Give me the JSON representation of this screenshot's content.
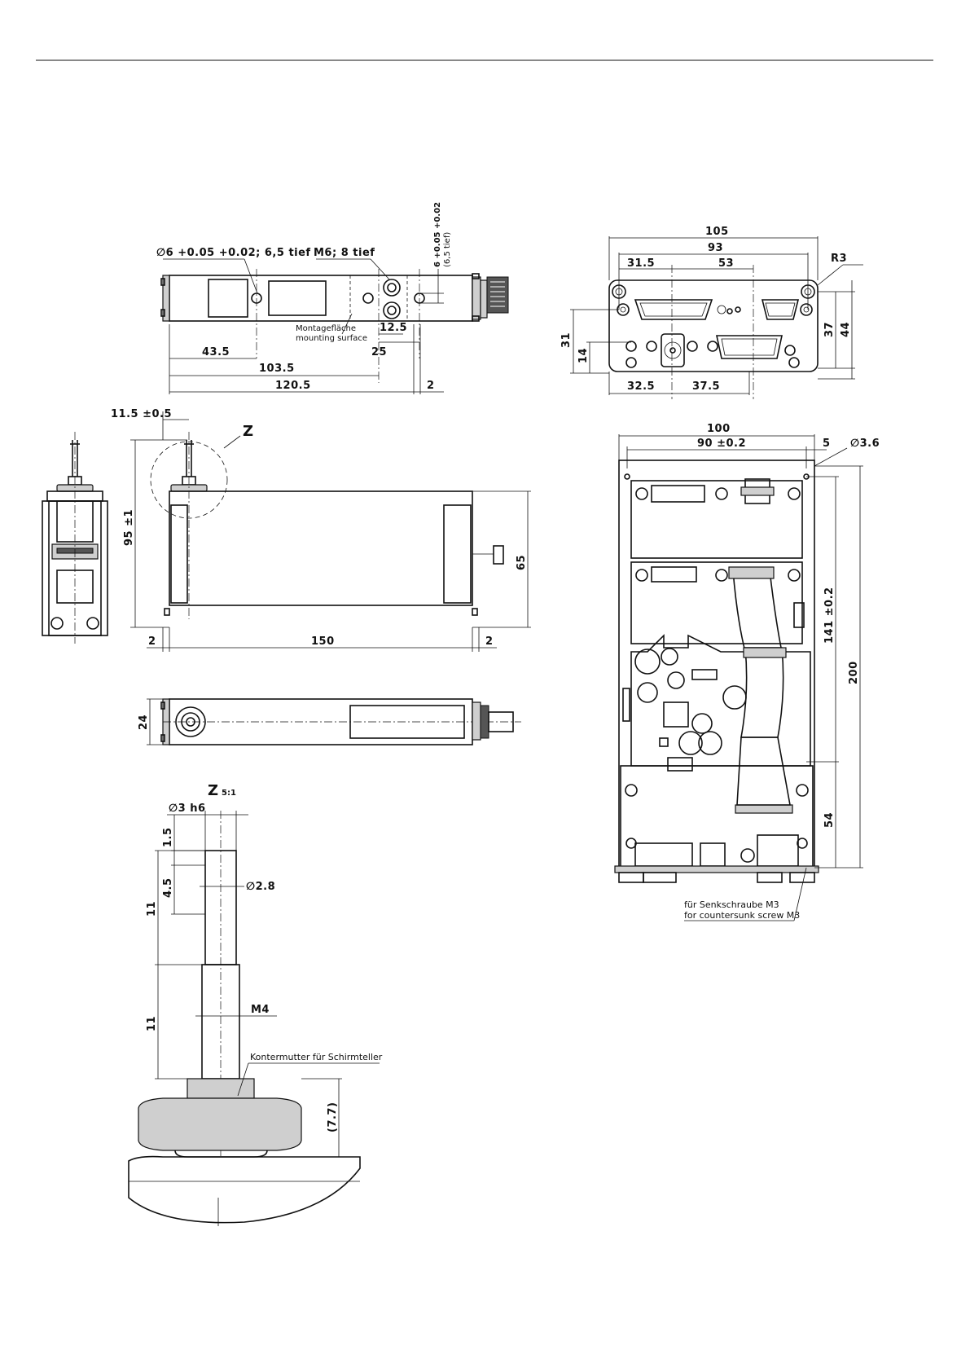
{
  "top_view": {
    "bore": "∅6 +0.05 +0.02; 6,5 tief",
    "bore_tol_upper": "+0.05",
    "bore_tol_lower": "+0.02",
    "thread": "M6; 8 tief",
    "right_hole": "6 +0.05 +0.02",
    "right_hole_depth": "(6,5 tief)",
    "mount_de": "Montagefläche",
    "mount_en": "mounting surface",
    "d_12_5": "12.5",
    "d_43_5": "43.5",
    "d_25": "25",
    "d_103_5": "103.5",
    "d_120_5": "120.5",
    "d_2": "2"
  },
  "connector_view": {
    "d_105": "105",
    "d_93": "93",
    "d_31_5": "31.5",
    "d_53": "53",
    "r3": "R3",
    "d_31": "31",
    "d_14": "14",
    "d_37": "37",
    "d_44": "44",
    "d_32_5": "32.5",
    "d_37_5": "37.5"
  },
  "front_view": {
    "d_11_5": "11.5 ±0.5",
    "z_label": "Z",
    "d_95": "95 ±1",
    "d_65": "65",
    "d_2_left": "2",
    "d_150": "150",
    "d_2_right": "2",
    "d_24": "24"
  },
  "board_view": {
    "d_100": "100",
    "d_90": "90 ±0.2",
    "d_5": "5",
    "d_3_6": "∅3.6",
    "d_141": "141 ±0.2",
    "d_200": "200",
    "d_54": "54",
    "screw_de": "für Senkschraube M3",
    "screw_en": "for countersunk screw M3"
  },
  "detail_z": {
    "title": "Z",
    "scale": "5:1",
    "d_3h6": "∅3 h6",
    "d_1_5": "1.5",
    "d_4_5": "4.5",
    "d_2_8": "∅2.8",
    "d_11_a": "11",
    "d_11_b": "11",
    "m4": "M4",
    "nut_label": "Kontermutter für Schirmteller",
    "d_7_7": "(7.7)"
  }
}
